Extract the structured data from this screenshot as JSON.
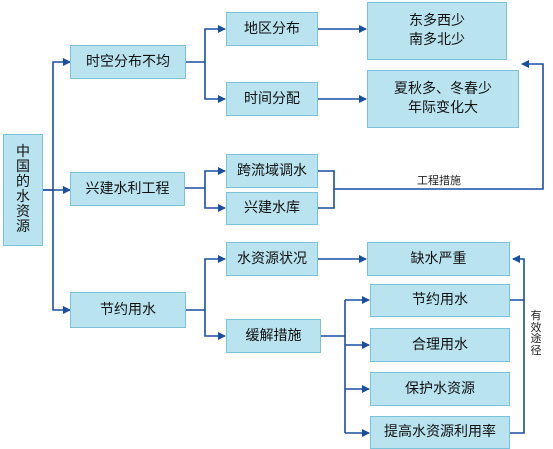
{
  "root": {
    "chars": [
      "中",
      "国",
      "的",
      "水",
      "资",
      "源"
    ]
  },
  "level1": {
    "time_space": "时空分布不均",
    "water_projects": "兴建水利工程",
    "save_water": "节约用水"
  },
  "level2": {
    "regional": "地区分布",
    "temporal": "时间分配",
    "cross_basin": "跨流域调水",
    "reservoir": "兴建水库",
    "status": "水资源状况",
    "measures": "缓解措施"
  },
  "level3": {
    "regional_line1": "东多西少",
    "regional_line2": "南多北少",
    "temporal_line1": "夏秋多、冬春少",
    "temporal_line2": "年际变化大",
    "shortage": "缺水严重",
    "save": "节约用水",
    "rational": "合理用水",
    "protect": "保护水资源",
    "improve": "提高水资源利用率"
  },
  "labels": {
    "engineering": "工程措施",
    "effective_chars": [
      "有",
      "效",
      "途",
      "径"
    ]
  }
}
